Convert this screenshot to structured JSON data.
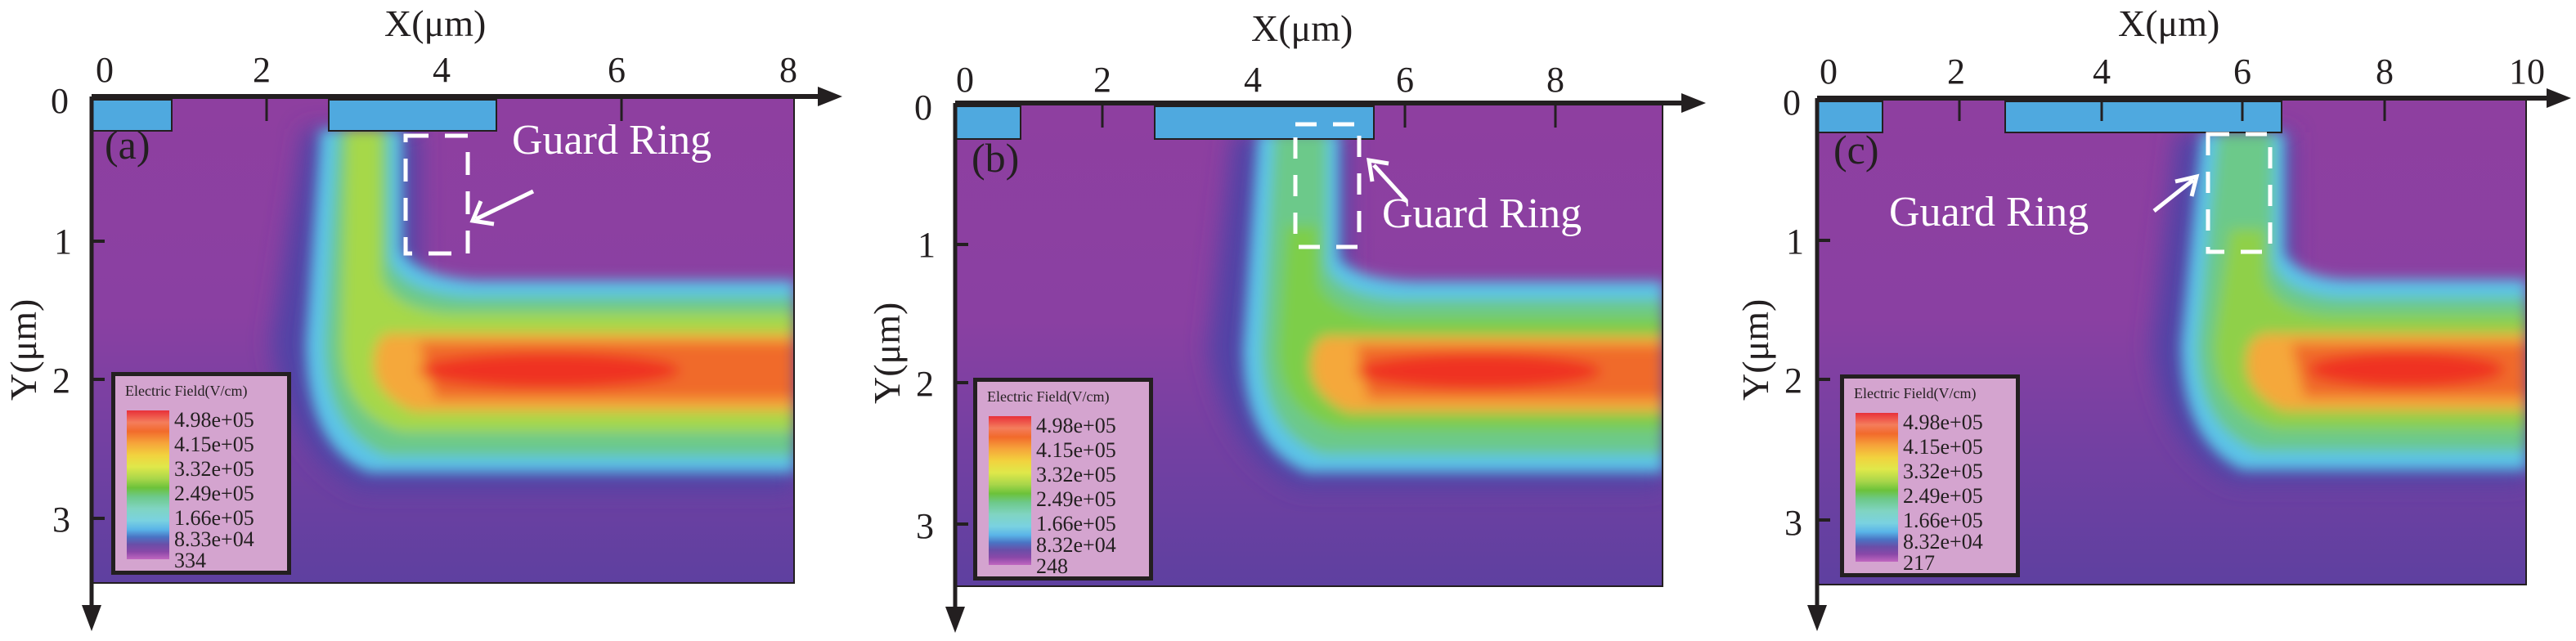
{
  "figure": {
    "colorbar_title": "Electric Field(V/cm)",
    "x_axis_title": "X(μm)",
    "y_axis_title": "Y(μm)",
    "annotation": "Guard Ring",
    "colors": {
      "background_field": "#8e3fa0",
      "deep_field": "#6a3f9f",
      "contact": "#4fa9df",
      "legend_bg": "#d4a4cf",
      "peak": "#ef3124"
    }
  },
  "panels": [
    {
      "label": "(a)",
      "x_ticks": [
        "0",
        "2",
        "4",
        "6",
        "8"
      ],
      "y_ticks": [
        "0",
        "1",
        "2",
        "3"
      ],
      "legend_values": [
        "4.98e+05",
        "4.15e+05",
        "3.32e+05",
        "2.49e+05",
        "1.66e+05",
        "8.33e+04",
        "334"
      ]
    },
    {
      "label": "(b)",
      "x_ticks": [
        "0",
        "2",
        "4",
        "6",
        "8"
      ],
      "y_ticks": [
        "0",
        "1",
        "2",
        "3"
      ],
      "legend_values": [
        "4.98e+05",
        "4.15e+05",
        "3.32e+05",
        "2.49e+05",
        "1.66e+05",
        "8.32e+04",
        "248"
      ]
    },
    {
      "label": "(c)",
      "x_ticks": [
        "0",
        "2",
        "4",
        "6",
        "8",
        "10"
      ],
      "y_ticks": [
        "0",
        "1",
        "2",
        "3"
      ],
      "legend_values": [
        "4.98e+05",
        "4.15e+05",
        "3.32e+05",
        "2.49e+05",
        "1.66e+05",
        "8.32e+04",
        "217"
      ]
    }
  ],
  "chart_data": [
    {
      "type": "heatmap",
      "title": "(a) Electric field distribution",
      "xlabel": "X(μm)",
      "ylabel": "Y(μm)",
      "xlim": [
        0,
        8
      ],
      "ylim": [
        3.5,
        0
      ],
      "x_ticks": [
        0,
        2,
        4,
        6,
        8
      ],
      "y_ticks": [
        0,
        1,
        2,
        3
      ],
      "colorbar": {
        "label": "Electric Field(V/cm)",
        "ticks": [
          498000,
          415000,
          332000,
          249000,
          166000,
          83300,
          334
        ],
        "min": 334,
        "max": 498000
      },
      "contacts_x_um": [
        [
          0,
          0.9
        ],
        [
          2.7,
          4.6
        ]
      ],
      "guard_ring_box_um": {
        "x": [
          3.6,
          4.3
        ],
        "y": [
          0.25,
          1.1
        ]
      },
      "peak_region_um": {
        "x": [
          4.8,
          8
        ],
        "y": [
          1.1,
          1.6
        ],
        "value": 498000
      },
      "annotations": [
        "Guard Ring",
        "(a)"
      ],
      "grid": false
    },
    {
      "type": "heatmap",
      "title": "(b) Electric field distribution",
      "xlabel": "X(μm)",
      "ylabel": "Y(μm)",
      "xlim": [
        0,
        9.5
      ],
      "ylim": [
        3.5,
        0
      ],
      "x_ticks": [
        0,
        2,
        4,
        6,
        8
      ],
      "y_ticks": [
        0,
        1,
        2,
        3
      ],
      "colorbar": {
        "label": "Electric Field(V/cm)",
        "ticks": [
          498000,
          415000,
          332000,
          249000,
          166000,
          83200,
          248
        ],
        "min": 248,
        "max": 498000
      },
      "contacts_x_um": [
        [
          0,
          0.9
        ],
        [
          2.7,
          5.6
        ]
      ],
      "guard_ring_box_um": {
        "x": [
          4.6,
          5.4
        ],
        "y": [
          0.1,
          1.0
        ]
      },
      "peak_region_um": {
        "x": [
          5.6,
          9.5
        ],
        "y": [
          1.1,
          1.6
        ],
        "value": 498000
      },
      "annotations": [
        "Guard Ring",
        "(b)"
      ],
      "grid": false
    },
    {
      "type": "heatmap",
      "title": "(c) Electric field distribution",
      "xlabel": "X(μm)",
      "ylabel": "Y(μm)",
      "xlim": [
        0,
        10
      ],
      "ylim": [
        3.5,
        0
      ],
      "x_ticks": [
        0,
        2,
        4,
        6,
        8,
        10
      ],
      "y_ticks": [
        0,
        1,
        2,
        3
      ],
      "colorbar": {
        "label": "Electric Field(V/cm)",
        "ticks": [
          498000,
          415000,
          332000,
          249000,
          166000,
          83200,
          217
        ],
        "min": 217,
        "max": 498000
      },
      "contacts_x_um": [
        [
          0,
          0.9
        ],
        [
          2.7,
          6.6
        ]
      ],
      "guard_ring_box_um": {
        "x": [
          5.5,
          6.3
        ],
        "y": [
          0.25,
          1.1
        ]
      },
      "peak_region_um": {
        "x": [
          6.6,
          10
        ],
        "y": [
          1.1,
          1.6
        ],
        "value": 498000
      },
      "annotations": [
        "Guard Ring",
        "(c)"
      ],
      "grid": false
    }
  ]
}
